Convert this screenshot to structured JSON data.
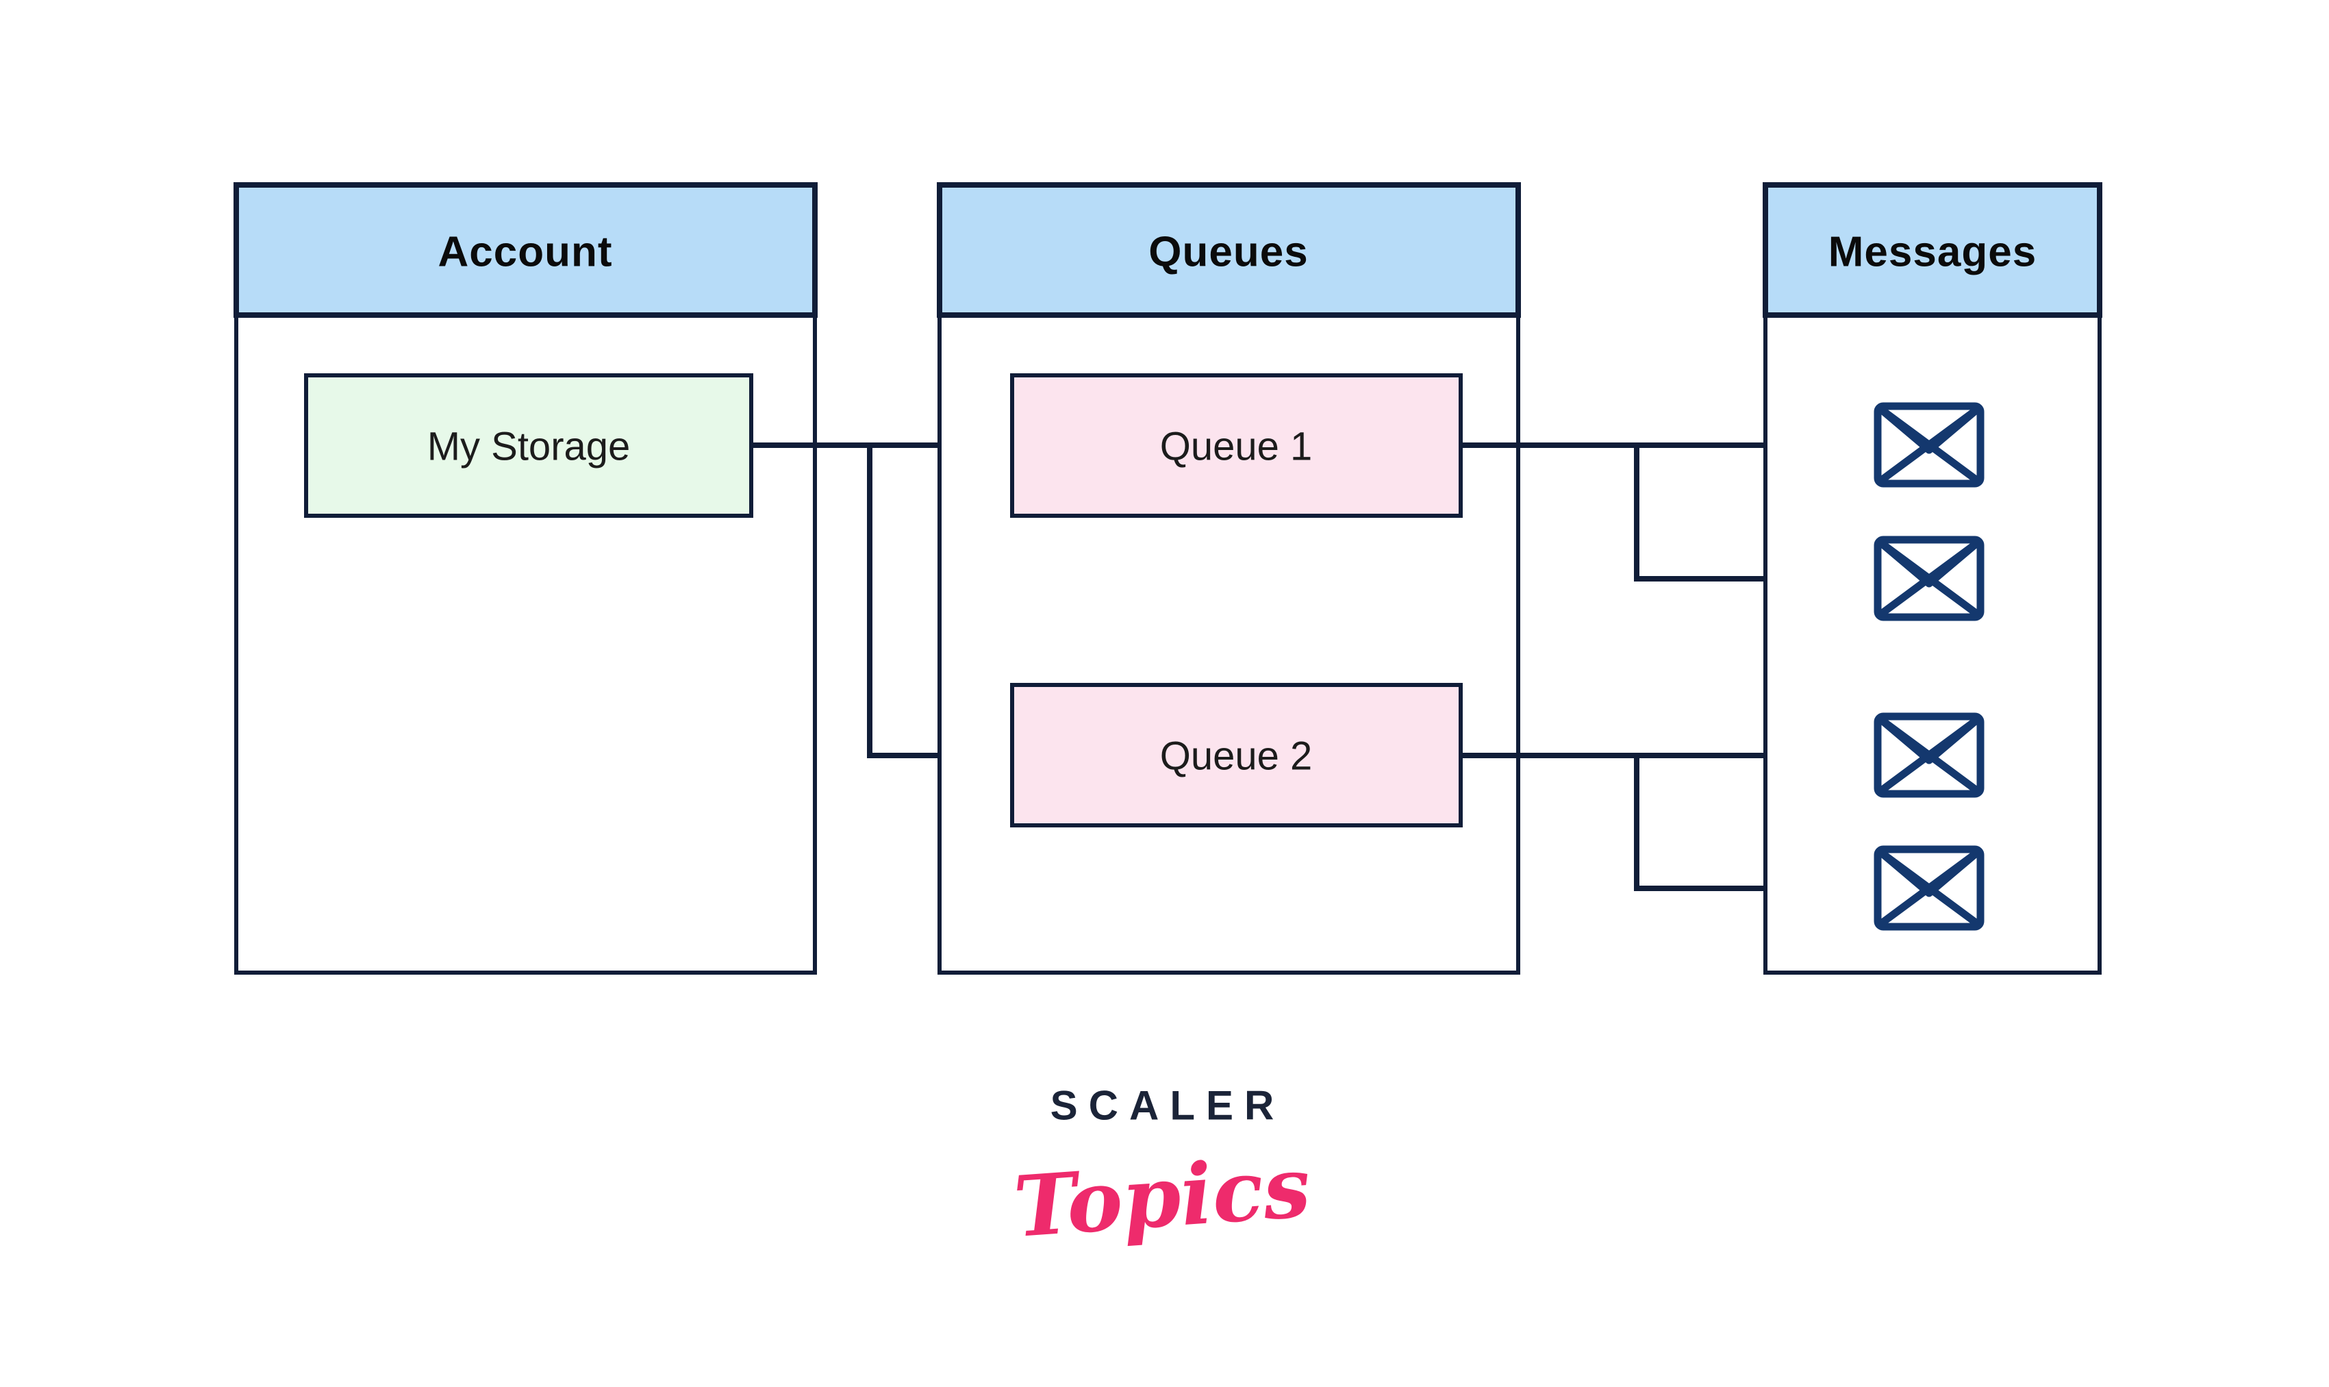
{
  "page": {
    "background": "#ffffff"
  },
  "colors": {
    "header_fill": "#b7dcf8",
    "storage_fill": "#e7f9e9",
    "queue_fill": "#fce4ee",
    "border": "#101d38",
    "line": "#101d38",
    "arrow_fill": "#101d38",
    "envelope_stroke": "#14386e",
    "title_text": "#0b0b0b",
    "label_text": "#1c1c1c",
    "logo_navy": "#1b2438",
    "logo_pink": "#ee2b6c"
  },
  "diagram": {
    "columns": [
      {
        "title": "Account",
        "items": [
          {
            "label": "My Storage"
          }
        ]
      },
      {
        "title": "Queues",
        "items": [
          {
            "label": "Queue 1"
          },
          {
            "label": "Queue 2"
          }
        ]
      },
      {
        "title": "Messages",
        "message_count": 4
      }
    ],
    "connections": [
      "My Storage -> Queue 1",
      "My Storage -> Queue 2",
      "Queue 1 -> message 1",
      "Queue 1 -> message 2",
      "Queue 2 -> message 3",
      "Queue 2 -> message 4"
    ]
  },
  "logo": {
    "brand": "SCALER",
    "product": "Topics"
  }
}
